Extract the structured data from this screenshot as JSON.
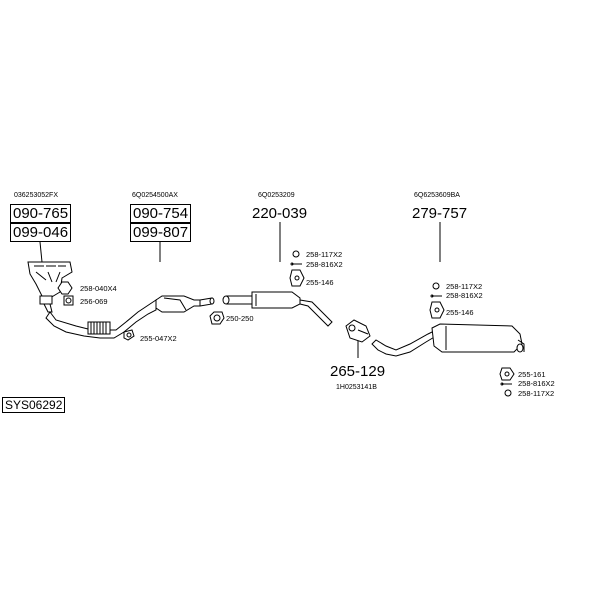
{
  "sections": [
    {
      "oem": "036253052FX",
      "codes": [
        "090-765",
        "099-046"
      ]
    },
    {
      "oem": "6Q0254500AX",
      "codes": [
        "090-754",
        "099-807"
      ]
    },
    {
      "oem": "6Q0253209",
      "codes": [
        "220-039"
      ]
    },
    {
      "oem": "6Q6253609BA",
      "codes": [
        "279-757"
      ]
    }
  ],
  "front_parts": [
    "258-040X4",
    "256-069",
    "250-250",
    "255-047X2"
  ],
  "middle_parts": [
    "258-117X2",
    "258-816X2",
    "255-146"
  ],
  "rear_parts": [
    "258-117X2",
    "258-816X2",
    "255-146"
  ],
  "tail_parts": [
    "255-161",
    "258-816X2",
    "258-117X2"
  ],
  "clamp": {
    "code": "265-129",
    "oem": "1H0253141B"
  },
  "system_id": "SYS06292"
}
